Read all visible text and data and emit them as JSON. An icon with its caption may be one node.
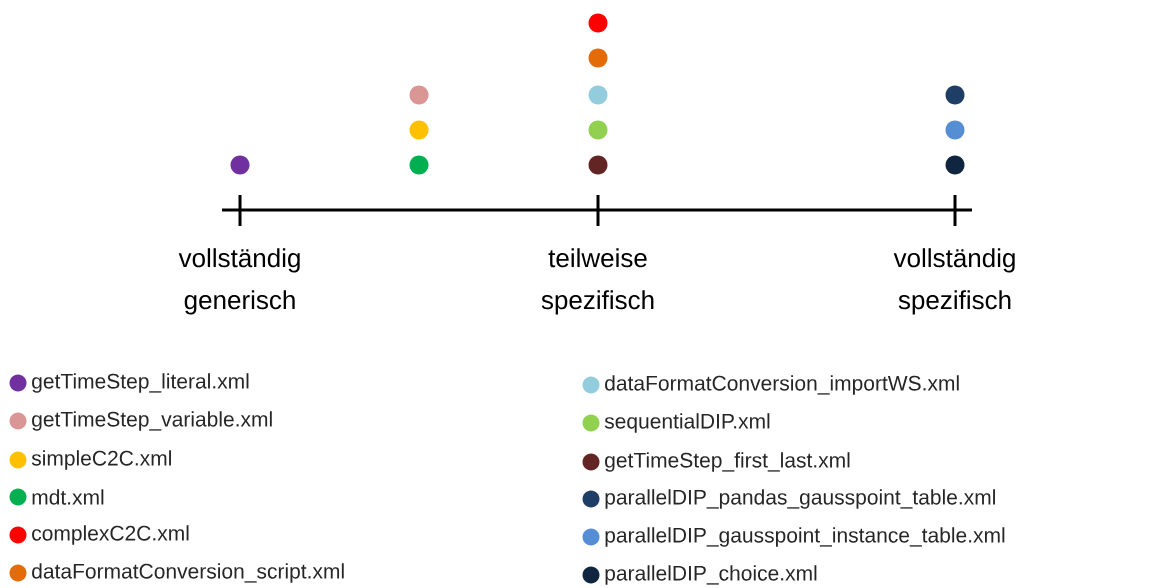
{
  "diagram": {
    "labels": [
      "vollständig generisch",
      "teilweise spezifisch",
      "vollständig spezifisch"
    ],
    "legend": [
      {
        "text": "getTimeStep_literal.xml",
        "color": "#7030a0"
      },
      {
        "text": "getTimeStep_variable.xml",
        "color": "#d99694"
      },
      {
        "text": "simpleC2C.xml",
        "color": "#ffc000"
      },
      {
        "text": "mdt.xml",
        "color": "#00b050"
      },
      {
        "text": "complexC2C.xml",
        "color": "#ff0000"
      },
      {
        "text": "dataFormatConversion_script.xml",
        "color": "#e36c09"
      },
      {
        "text": "dataFormatConversion_importWS.xml",
        "color": "#93cddd"
      },
      {
        "text": "sequentialDIP.xml",
        "color": "#92d050"
      },
      {
        "text": "getTimeStep_first_last.xml",
        "color": "#632523"
      },
      {
        "text": "parallelDIP_pandas_gausspoint_table.xml",
        "color": "#1f3e66"
      },
      {
        "text": "parallelDIP_gausspoint_instance_table.xml",
        "color": "#558ed5"
      },
      {
        "text": "parallelDIP_choice.xml",
        "color": "#10253f"
      }
    ]
  }
}
